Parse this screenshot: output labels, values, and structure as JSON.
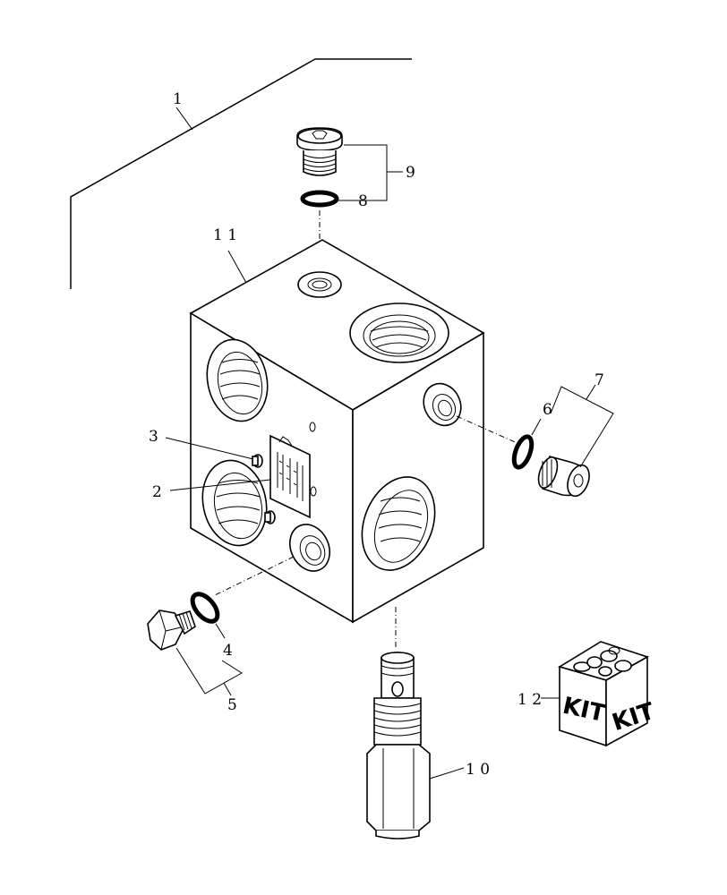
{
  "callouts": {
    "item_1": "1",
    "item_2": "2",
    "item_3": "3",
    "item_4": "4",
    "item_5": "5",
    "item_6": "6",
    "item_7": "7",
    "item_8": "8",
    "item_9": "9",
    "item_10": "1 0",
    "item_11": "1 1",
    "item_12": "1 2"
  },
  "kit_box": {
    "face_left": "KIT",
    "face_right": "KIT"
  }
}
